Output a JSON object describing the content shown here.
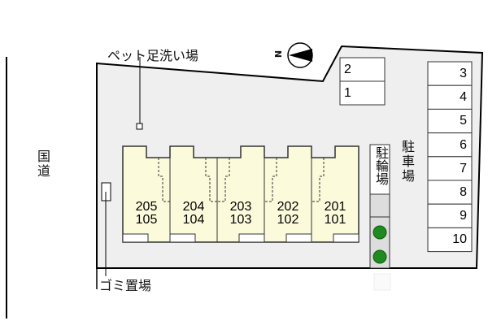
{
  "labels": {
    "road": "国道",
    "pet_wash": "ペット足洗い場",
    "garbage": "ゴミ置場",
    "parking": "駐車場",
    "bike_parking": "駐輪場"
  },
  "units": [
    {
      "upper": "205",
      "lower": "105"
    },
    {
      "upper": "204",
      "lower": "104"
    },
    {
      "upper": "203",
      "lower": "103"
    },
    {
      "upper": "202",
      "lower": "102"
    },
    {
      "upper": "201",
      "lower": "101"
    }
  ],
  "parking_left": [
    "2",
    "1"
  ],
  "parking_right": [
    "3",
    "4",
    "5",
    "6",
    "7",
    "8",
    "9",
    "10"
  ],
  "compass": {
    "north_label": "N"
  },
  "colors": {
    "lot": "#efefef",
    "building": "#fbfbdc",
    "tree": "#1f8a1f"
  }
}
